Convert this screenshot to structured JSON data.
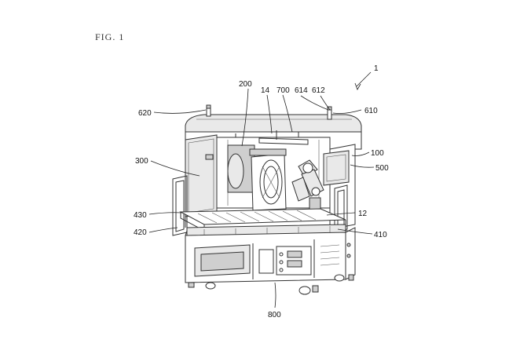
{
  "figure": {
    "label": "FIG. 1"
  },
  "references": [
    {
      "id": "ref-1",
      "text": "1"
    },
    {
      "id": "ref-620",
      "text": "620"
    },
    {
      "id": "ref-200",
      "text": "200"
    },
    {
      "id": "ref-14",
      "text": "14"
    },
    {
      "id": "ref-700",
      "text": "700"
    },
    {
      "id": "ref-614",
      "text": "614"
    },
    {
      "id": "ref-612",
      "text": "612"
    },
    {
      "id": "ref-610",
      "text": "610"
    },
    {
      "id": "ref-100",
      "text": "100"
    },
    {
      "id": "ref-500",
      "text": "500"
    },
    {
      "id": "ref-300",
      "text": "300"
    },
    {
      "id": "ref-430",
      "text": "430"
    },
    {
      "id": "ref-420",
      "text": "420"
    },
    {
      "id": "ref-12",
      "text": "12"
    },
    {
      "id": "ref-410",
      "text": "410"
    },
    {
      "id": "ref-800",
      "text": "800"
    }
  ]
}
